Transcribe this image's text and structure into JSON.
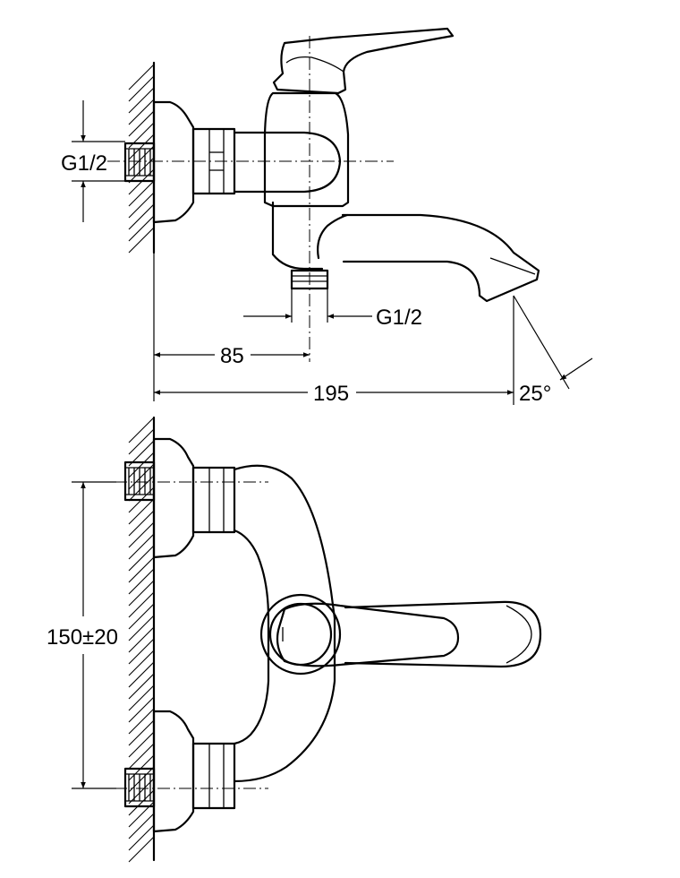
{
  "dimensions": {
    "inlet_thread": "G1/2",
    "outlet_thread": "G1/2",
    "wall_to_axis": "85",
    "wall_to_spout": "195",
    "spout_angle": "25°",
    "inlet_spacing": "150±20"
  }
}
